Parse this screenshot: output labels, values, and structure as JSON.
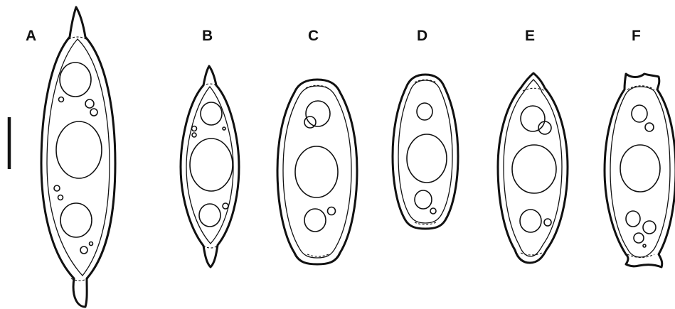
{
  "figure": {
    "panels": [
      {
        "id": "A",
        "label": "A"
      },
      {
        "id": "B",
        "label": "B"
      },
      {
        "id": "C",
        "label": "C"
      },
      {
        "id": "D",
        "label": "D"
      },
      {
        "id": "E",
        "label": "E"
      },
      {
        "id": "F",
        "label": "F"
      }
    ],
    "scale_bar": {
      "label": ""
    },
    "colors": {
      "line": "#111111",
      "background": "#ffffff"
    }
  }
}
